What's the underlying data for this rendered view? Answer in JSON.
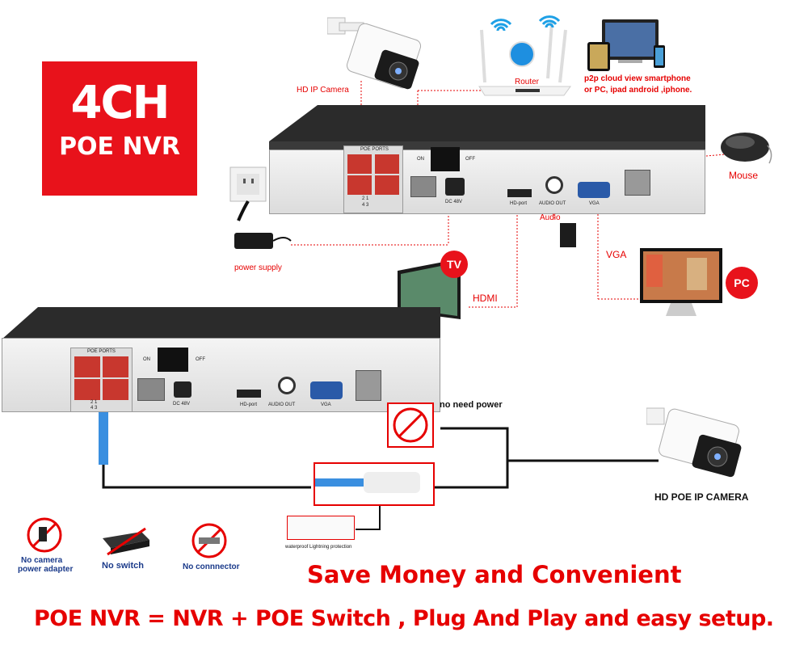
{
  "badge": {
    "line1": "4CH",
    "line2": "POE NVR"
  },
  "top": {
    "camera_label": "HD IP Camera",
    "router_label": "Router",
    "p2p_line1": "p2p cloud  view smartphone",
    "p2p_line2": "or PC, ipad android ,iphone.",
    "mouse_label": "Mouse",
    "power_supply_label": "power supply",
    "audio_label": "Audio",
    "vga_label": "VGA",
    "hdmi_label": "HDMI",
    "tv_badge": "TV",
    "pc_badge": "PC"
  },
  "nvr": {
    "poe_ports": "POE PORTS",
    "on": "ON",
    "off": "OFF",
    "dc": "DC 48V",
    "hd_port": "HD-port",
    "audio_out": "AUDIO OUT",
    "vga": "VGA",
    "nums_top": "2    1",
    "nums_bot": "4    3"
  },
  "bottom": {
    "no_need_power": "no need power",
    "hd_poe_camera": "HD POE IP CAMERA",
    "waterproof": "waterproof Lightning protection",
    "no_adapter_1": "No camera",
    "no_adapter_2": "power adapter",
    "no_switch": "No switch",
    "no_connector": "No connnector",
    "headline1": "Save Money and Convenient",
    "headline2": "POE NVR = NVR + POE Switch , Plug And Play and easy setup."
  },
  "colors": {
    "brand_red": "#e8121b",
    "text_red": "#e60000",
    "poe_port_red": "#c8372e"
  }
}
